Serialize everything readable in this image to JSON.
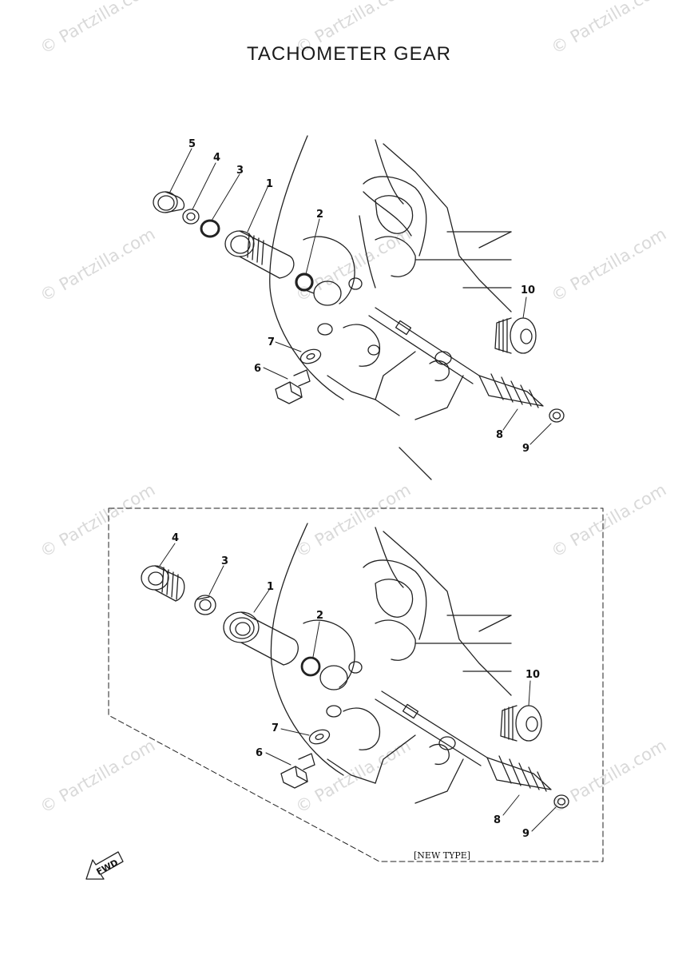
{
  "page": {
    "title": "TACHOMETER GEAR"
  },
  "watermark": {
    "text": "© Partzilla.com",
    "color": "#d9d9d9"
  },
  "upper_assembly": {
    "callouts": [
      "1",
      "2",
      "3",
      "4",
      "5",
      "6",
      "7",
      "8",
      "9",
      "10"
    ]
  },
  "lower_assembly": {
    "variant_label": "[NEW TYPE]",
    "callouts": [
      "1",
      "2",
      "3",
      "4",
      "6",
      "7",
      "8",
      "9",
      "10"
    ]
  },
  "direction_indicator": {
    "label": "FWD",
    "icon": "forward-arrow-icon"
  }
}
